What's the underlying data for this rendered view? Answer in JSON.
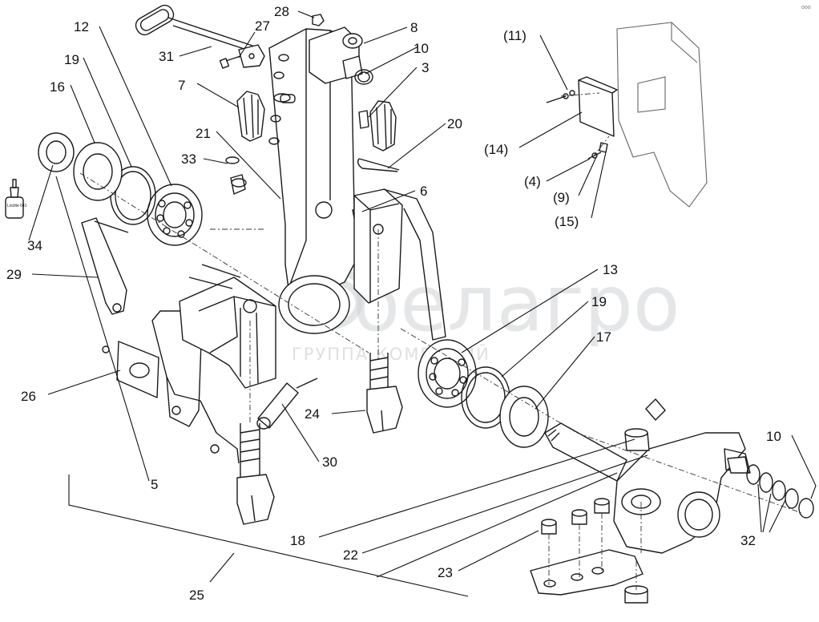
{
  "watermark": {
    "brand": "белагро",
    "group": "ГРУППА КОМПАНИЙ",
    "logo": "belagro-logo"
  },
  "corner_mark": "ооо",
  "bottle_text": "Loctite 641",
  "labels": {
    "l28": "28",
    "l27": "27",
    "l31": "31",
    "l12": "12",
    "l19a": "19",
    "l16": "16",
    "l7": "7",
    "l8": "8",
    "l10a": "10",
    "l3": "3",
    "l21": "21",
    "l33": "33",
    "l20": "20",
    "l6": "6",
    "l34": "34",
    "l29": "29",
    "l26": "26",
    "l5": "5",
    "l13": "13",
    "l19b": "19",
    "l17": "17",
    "l24": "24",
    "l30": "30",
    "l18": "18",
    "l22": "22",
    "l23": "23",
    "l25": "25",
    "l10b": "10",
    "l32": "32",
    "l11": "(11)",
    "l14": "(14)",
    "l4": "(4)",
    "l9": "(9)",
    "l15": "(15)"
  }
}
